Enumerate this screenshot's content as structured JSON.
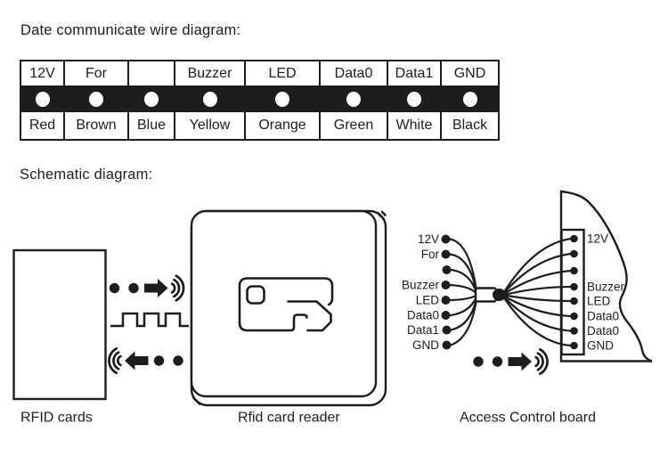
{
  "page": {
    "background": "#ffffff",
    "ink_color": "#1d1d1b"
  },
  "wire_table": {
    "title": "Date communicate wire diagram:",
    "columns": [
      {
        "signal": "12V",
        "color": "Red"
      },
      {
        "signal": "For",
        "color": "Brown"
      },
      {
        "signal": "",
        "color": "Blue"
      },
      {
        "signal": "Buzzer",
        "color": "Yellow"
      },
      {
        "signal": "LED",
        "color": "Orange"
      },
      {
        "signal": "Data0",
        "color": "Green"
      },
      {
        "signal": "Data1",
        "color": "White"
      },
      {
        "signal": "GND",
        "color": "Black"
      }
    ]
  },
  "schematic": {
    "title": "Schematic diagram:",
    "components": {
      "rfid_cards": "RFID cards",
      "card_reader": "Rfid card reader",
      "access_board": "Access Control board"
    },
    "reader_pins": [
      "12V",
      "For",
      "",
      "Buzzer",
      "LED",
      "Data0",
      "Data1",
      "GND"
    ],
    "board_pins": [
      "12V",
      "",
      "",
      "Buzzer",
      "LED",
      "Data0",
      "Data0",
      "GND"
    ],
    "icons": {
      "transmit": "radio-signal-right-icon",
      "receive": "radio-signal-left-icon",
      "data_pulse": "clock-pulse-icon",
      "card": "swipe-card-icon"
    }
  }
}
